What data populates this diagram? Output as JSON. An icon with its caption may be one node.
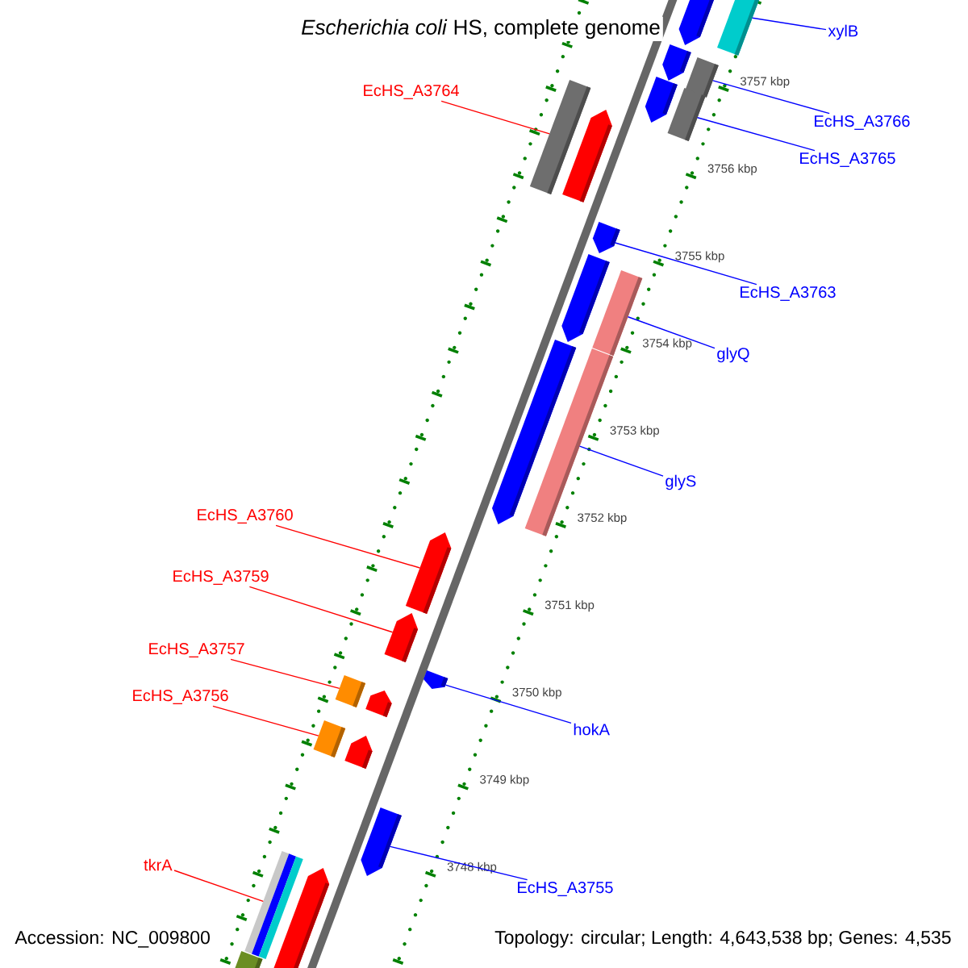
{
  "diagram": {
    "title": "*Escherichia coli* HS, complete genome",
    "nodes": [
      {
        "text": [
          "xylB"
        ]
      },
      {
        "text": [
          "EcHS_A3764"
        ]
      },
      {
        "text": [
          "EcHS_A3766"
        ]
      },
      {
        "text": [
          "EcHS_A3765"
        ]
      },
      {
        "text": [
          "EcHS_A3763"
        ]
      },
      {
        "text": [
          "glyQ"
        ]
      },
      {
        "text": [
          "glyS"
        ]
      },
      {
        "text": [
          "EcHS_A3760"
        ]
      },
      {
        "text": [
          "EcHS_A3759"
        ]
      },
      {
        "text": [
          "EcHS_A3757"
        ]
      },
      {
        "text": [
          "EcHS_A3756"
        ]
      },
      {
        "text": [
          "hokA"
        ]
      },
      {
        "text": [
          "tkrA"
        ]
      },
      {
        "text": [
          "EcHS_A3755"
        ]
      },
      {
        "text": [],
        "shape": "bar"
      },
      {
        "text": [],
        "shape": "bar"
      },
      {
        "text": [],
        "shape": "bar"
      },
      {
        "text": [],
        "shape": "pentagon"
      },
      {
        "text": [],
        "shape": "bar"
      },
      {
        "text": [],
        "shape": "bar"
      },
      {
        "text": [],
        "shape": "pentagon"
      },
      {
        "text": [],
        "shape": "pentagon"
      },
      {
        "text": [],
        "shape": "bar"
      },
      {
        "text": [],
        "shape": "pentagon"
      },
      {
        "text": [],
        "shape": "bar"
      },
      {
        "text": [],
        "shape": "pentagon"
      },
      {
        "text": [],
        "shape": "bar"
      },
      {
        "text": [],
        "shape": "pentagon"
      },
      {
        "text": [],
        "shape": "bar"
      },
      {
        "text": [],
        "shape": "pentagon"
      },
      {
        "text": [],
        "shape": "pentagon"
      },
      {
        "text": [],
        "shape": "pentagon"
      },
      {
        "text": [],
        "shape": "pentagon"
      },
      {
        "text": [],
        "shape": "pentagon"
      },
      {
        "text": [],
        "shape": "pentagon"
      },
      {
        "text": [],
        "shape": "pentagon"
      },
      {
        "text": [],
        "shape": "pentagon"
      },
      {
        "text": [],
        "shape": "bar"
      }
    ],
    "edges": [
      {
        "from": 0,
        "to": 28,
        "arrow": "none"
      },
      {
        "from": 1,
        "to": 16,
        "arrow": "none",
        "color": "#ff0000"
      },
      {
        "from": 2,
        "to": 14,
        "arrow": "none"
      },
      {
        "from": 3,
        "to": 15,
        "arrow": "none"
      },
      {
        "from": 4,
        "to": 17,
        "arrow": "none"
      },
      {
        "from": 5,
        "to": 18,
        "arrow": "none"
      },
      {
        "from": 6,
        "to": 19,
        "arrow": "none"
      },
      {
        "from": 7,
        "to": 20,
        "arrow": "none",
        "color": "#ff0000"
      },
      {
        "from": 8,
        "to": 21,
        "arrow": "none",
        "color": "#ff0000"
      },
      {
        "from": 9,
        "to": 22,
        "arrow": "none",
        "color": "#ff0000"
      },
      {
        "from": 10,
        "to": 24,
        "arrow": "none",
        "color": "#ff0000"
      },
      {
        "from": 11,
        "to": 23,
        "arrow": "none"
      },
      {
        "from": 12,
        "to": 26,
        "arrow": "none",
        "color": "#ff0000"
      },
      {
        "from": 13,
        "to": 25,
        "arrow": "none"
      }
    ],
    "labels": [
      "3757 kbp",
      "3756 kbp",
      "3755 kbp",
      "3754 kbp",
      "3753 kbp",
      "3752 kbp",
      "3751 kbp",
      "3750 kbp",
      "3749 kbp",
      "3748 kbp",
      "Accession: NC_009800",
      "Topology: circular; Length: 4,643,538 bp; Genes: 4,535"
    ]
  }
}
